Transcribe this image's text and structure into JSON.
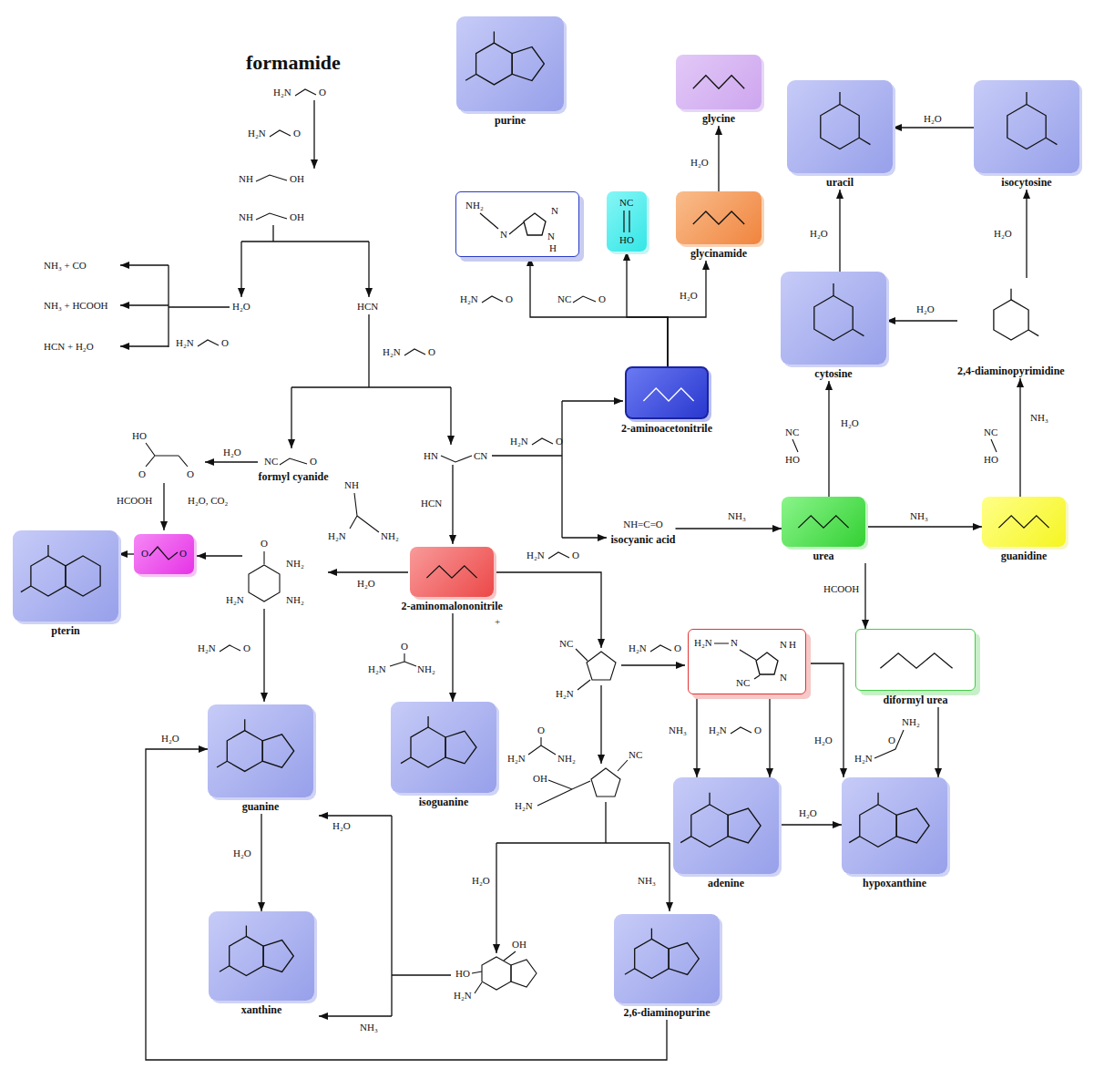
{
  "diagram": {
    "title": "formamide",
    "nodes": [
      {
        "text": [
          "purine"
        ]
      },
      {
        "text": [
          "glycine"
        ]
      },
      {
        "text": [
          "uracil"
        ]
      },
      {
        "text": [
          "isocytosine"
        ]
      },
      {
        "text": [
          "glycinamide"
        ]
      },
      {
        "text": [
          "cytosine"
        ]
      },
      {
        "text": [
          "2,4-diaminopyrimidine"
        ]
      },
      {
        "text": [
          "2-aminoacetonitrile"
        ]
      },
      {
        "text": [
          "formyl cyanide"
        ]
      },
      {
        "text": [
          "NH=C=O",
          "isocyanic acid"
        ]
      },
      {
        "text": [
          "urea"
        ]
      },
      {
        "text": [
          "guanidine"
        ]
      },
      {
        "text": [
          "pterin"
        ]
      },
      {
        "text": [
          "2-aminomalononitrile"
        ]
      },
      {
        "text": [
          "diformyl urea"
        ]
      },
      {
        "text": [
          "guanine"
        ]
      },
      {
        "text": [
          "isoguanine"
        ]
      },
      {
        "text": [
          "adenine"
        ]
      },
      {
        "text": [
          "hypoxanthine"
        ]
      },
      {
        "text": [
          "xanthine"
        ]
      },
      {
        "text": [
          "2,6-diaminopurine"
        ]
      },
      {
        "text": [
          "NH₂",
          "N",
          "N",
          "N",
          "H"
        ]
      },
      {
        "text": [
          "NC",
          "HO"
        ]
      },
      {
        "text": [
          "O",
          "O"
        ]
      },
      {
        "text": [
          "H₂N",
          "N",
          "N",
          "H",
          "NC",
          "N"
        ]
      }
    ],
    "edges": [
      {
        "from": 7,
        "to": 4,
        "arrow": "to",
        "label": "H₂O"
      },
      {
        "from": 7,
        "to": 21,
        "arrow": "to"
      },
      {
        "from": 7,
        "to": 22,
        "arrow": "to"
      },
      {
        "from": 4,
        "to": 1,
        "arrow": "to",
        "label": "H₂O"
      },
      {
        "from": 3,
        "to": 2,
        "arrow": "to",
        "label": "H₂O"
      },
      {
        "from": 6,
        "to": 3,
        "arrow": "to",
        "label": "H₂O"
      },
      {
        "from": 6,
        "to": 5,
        "arrow": "to",
        "label": "H₂O"
      },
      {
        "from": 5,
        "to": 2,
        "arrow": "to",
        "label": "H₂O"
      },
      {
        "from": 9,
        "to": 10,
        "arrow": "to",
        "label": "NH₃"
      },
      {
        "from": 10,
        "to": 11,
        "arrow": "to",
        "label": "NH₃"
      },
      {
        "from": 10,
        "to": 14,
        "arrow": "to",
        "label": "HCOOH"
      },
      {
        "from": 13,
        "to": 16,
        "arrow": "to"
      },
      {
        "from": 17,
        "to": 18,
        "arrow": "to",
        "label": "H₂O"
      },
      {
        "from": 14,
        "to": 18,
        "arrow": "to"
      },
      {
        "from": 24,
        "to": 17,
        "arrow": "to",
        "label": "NH₃"
      },
      {
        "from": 24,
        "to": 17,
        "arrow": "to"
      },
      {
        "from": 24,
        "to": 18,
        "arrow": "to",
        "label": "H₂O"
      },
      {
        "from": 15,
        "to": 19,
        "arrow": "to",
        "label": "H₂O"
      },
      {
        "from": 20,
        "to": 15,
        "arrow": "to",
        "label": "H₂O"
      },
      {
        "from": 23,
        "to": 12,
        "arrow": "to"
      },
      {
        "from": 10,
        "to": 5,
        "arrow": "to",
        "label": "H₂O"
      },
      {
        "from": 11,
        "to": 6,
        "arrow": "to",
        "label": "NH₃"
      }
    ],
    "labels": [
      "H₂N",
      "O",
      "H₂N",
      "O",
      "NH",
      "OH",
      "NH",
      "OH",
      "NH₃ + CO",
      "NH₃ + HCOOH",
      "HCN + H₂O",
      "H₂O",
      "H₂N",
      "O",
      "HCN",
      "H₂N",
      "O",
      "H₂O",
      "NC",
      "O",
      "HO",
      "O",
      "O",
      "HCOOH",
      "H₂O, CO₂",
      "HN",
      "CN",
      "HCN",
      "H₂N",
      "O",
      "NH",
      "H₂N",
      "NH₂",
      "H₂O",
      "H₂N",
      "O",
      "NC",
      "O",
      "O",
      "NH₂",
      "NH₂",
      "H₂N",
      "H₂N",
      "O",
      "O",
      "H₂N",
      "NH₂",
      "+",
      "H₂N",
      "O",
      "NC",
      "H₂N",
      "H₂N",
      "O",
      "O",
      "H₂N",
      "NH₂",
      "NC",
      "OH",
      "H₂N",
      "H₂O",
      "NH₃",
      "OH",
      "HO",
      "H₂N",
      "H₂O",
      "NH₃",
      "H₂N",
      "O",
      "H₂N",
      "O",
      "NH₂",
      "NC",
      "HO",
      "NC",
      "HO"
    ]
  }
}
